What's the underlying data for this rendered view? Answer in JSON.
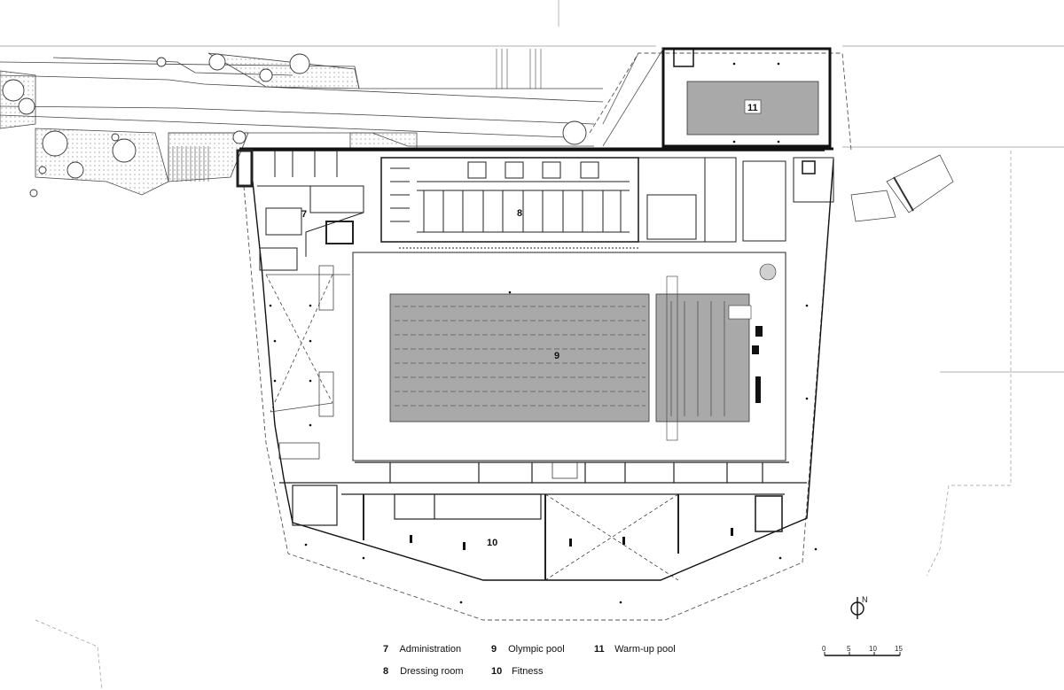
{
  "labels": {
    "admin": "7",
    "dressing": "8",
    "olympic": "9",
    "fitness": "10",
    "warmup": "11"
  },
  "legend": [
    {
      "num": "7",
      "text": "Administration"
    },
    {
      "num": "8",
      "text": "Dressing room"
    },
    {
      "num": "9",
      "text": "Olympic pool"
    },
    {
      "num": "10",
      "text": "Fitness"
    },
    {
      "num": "11",
      "text": "Warm-up pool"
    }
  ],
  "scale_bar": {
    "ticks": [
      "0",
      "5",
      "10",
      "15"
    ]
  },
  "north": {
    "label": "N"
  },
  "colors": {
    "pool_fill": "#a9a9a9",
    "wall": "#111111",
    "thin_line": "#555555"
  }
}
